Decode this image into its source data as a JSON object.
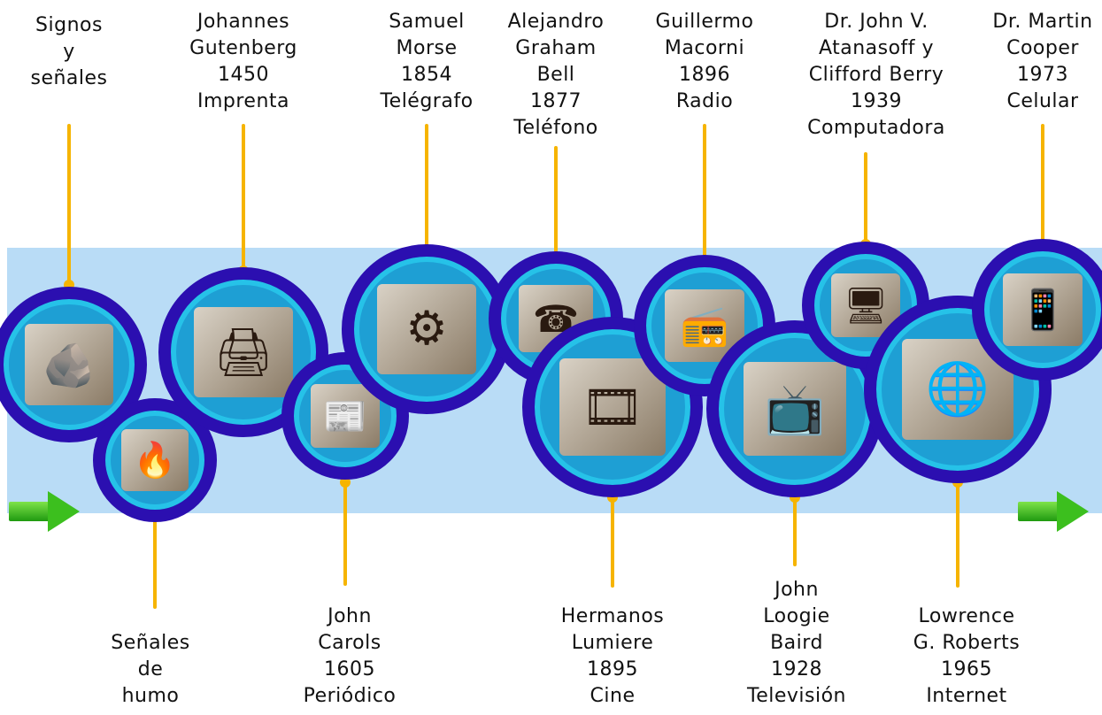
{
  "timeline": {
    "colors": {
      "band": "#b9dcf6",
      "ring": "#2b0fb0",
      "inner": "#26c2e8",
      "line": "#f6b400",
      "arrow": "#3cbf1e"
    },
    "items": [
      {
        "id": "signos",
        "lines": [
          "Signos",
          "y",
          "señales"
        ],
        "icon": "cave-people-icon",
        "glyph": "🪨"
      },
      {
        "id": "humo",
        "lines": [
          "Señales",
          "de",
          "humo"
        ],
        "icon": "smoke-signal-icon",
        "glyph": "🔥"
      },
      {
        "id": "gutenberg",
        "lines": [
          "Johannes",
          "Gutenberg",
          "1450",
          "Imprenta"
        ],
        "icon": "printing-press-icon",
        "glyph": "🖨"
      },
      {
        "id": "carols",
        "lines": [
          "John",
          "Carols",
          "1605",
          "Periódico"
        ],
        "icon": "newspaper-icon",
        "glyph": "📰"
      },
      {
        "id": "morse",
        "lines": [
          "Samuel",
          "Morse",
          "1854",
          "Telégrafo"
        ],
        "icon": "telegraph-icon",
        "glyph": "⚙"
      },
      {
        "id": "bell",
        "lines": [
          "Alejandro",
          "Graham",
          "Bell",
          "1877",
          "Teléfono"
        ],
        "icon": "telephone-icon",
        "glyph": "☎"
      },
      {
        "id": "lumiere",
        "lines": [
          "Hermanos",
          "Lumiere",
          "1895",
          "Cine"
        ],
        "icon": "film-reel-icon",
        "glyph": "🎞"
      },
      {
        "id": "macorni",
        "lines": [
          "Guillermo",
          "Macorni",
          "1896",
          "Radio"
        ],
        "icon": "radio-icon",
        "glyph": "📻"
      },
      {
        "id": "baird",
        "lines": [
          "John",
          "Loogie",
          "Baird",
          "1928",
          "Televisión"
        ],
        "icon": "television-icon",
        "glyph": "📺"
      },
      {
        "id": "atanasoff",
        "lines": [
          "Dr. John V.",
          "Atanasoff y",
          "Clifford Berry",
          "1939",
          "Computadora"
        ],
        "icon": "computer-icon",
        "glyph": "🖥"
      },
      {
        "id": "roberts",
        "lines": [
          "Lowrence",
          "G. Roberts",
          "1965",
          "Internet"
        ],
        "icon": "www-globe-icon",
        "glyph": "🌐"
      },
      {
        "id": "cooper",
        "lines": [
          "Dr. Martin",
          "Cooper",
          "1973",
          "Celular"
        ],
        "icon": "cellphone-icon",
        "glyph": "📱"
      }
    ]
  }
}
